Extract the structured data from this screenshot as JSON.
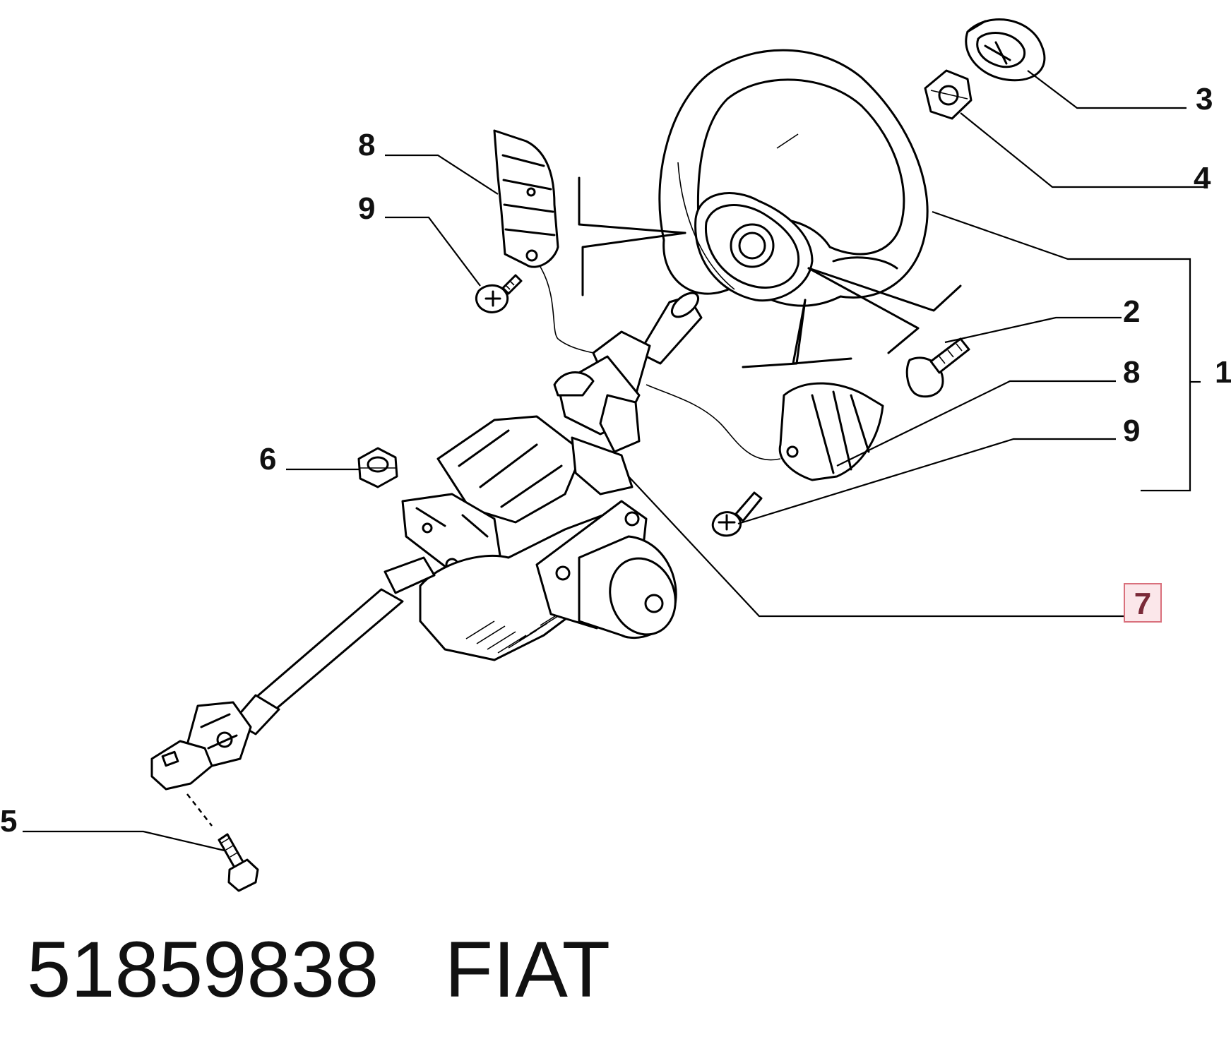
{
  "callouts": {
    "c3": "3",
    "c4": "4",
    "c8_top": "8",
    "c9_top": "9",
    "c2": "2",
    "c8_right": "8",
    "c1": "1",
    "c9_right": "9",
    "c6": "6",
    "c7": "7",
    "c5": "5"
  },
  "caption": {
    "part_number": "51859838",
    "brand": "FIAT"
  },
  "colors": {
    "ink": "#000000",
    "highlight_border": "#d9707c",
    "highlight_fill": "#fbe7ea",
    "highlight_text": "#7a2a38"
  }
}
